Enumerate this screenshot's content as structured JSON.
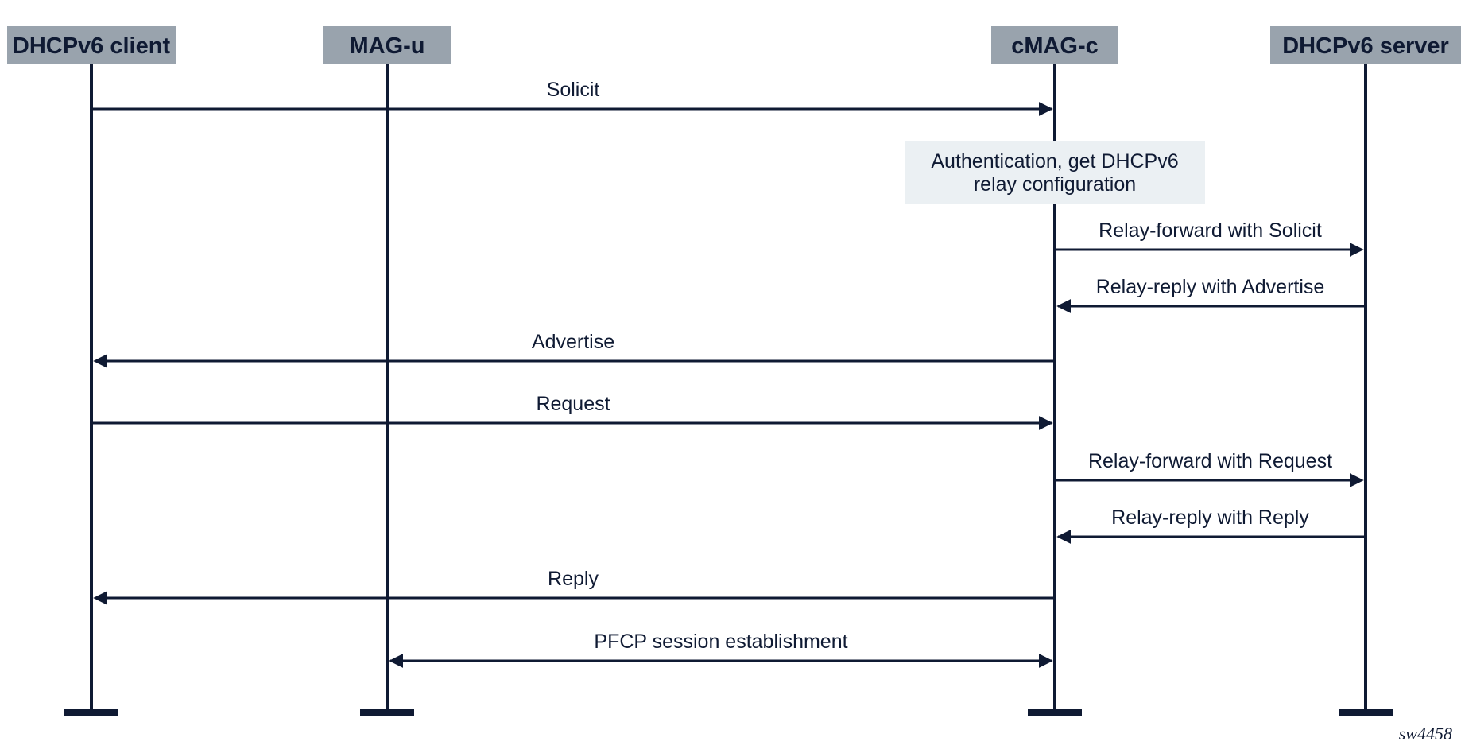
{
  "participants": [
    {
      "name": "DHCPv6 client"
    },
    {
      "name": "MAG-u"
    },
    {
      "name": "cMAG-c"
    },
    {
      "name": "DHCPv6 server"
    }
  ],
  "note": {
    "participant": 2,
    "lines": [
      "Authentication, get DHCPv6",
      "relay configuration"
    ]
  },
  "messages": [
    {
      "label": "Solicit",
      "from": 0,
      "to": 2
    },
    {
      "label": "Relay-forward with Solicit",
      "from": 2,
      "to": 3
    },
    {
      "label": "Relay-reply with Advertise",
      "from": 3,
      "to": 2
    },
    {
      "label": "Advertise",
      "from": 2,
      "to": 0
    },
    {
      "label": "Request",
      "from": 0,
      "to": 2
    },
    {
      "label": "Relay-forward with Request",
      "from": 2,
      "to": 3
    },
    {
      "label": "Relay-reply with Reply",
      "from": 3,
      "to": 2
    },
    {
      "label": "Reply",
      "from": 2,
      "to": 0
    },
    {
      "label": "PFCP session establishment",
      "from": 1,
      "to": 2,
      "bidirectional": true
    }
  ],
  "figure_id": "sw4458",
  "colors": {
    "ink": "#0f1a33",
    "actor_fill": "#99a3ad",
    "note_fill": "#ebf0f3"
  }
}
